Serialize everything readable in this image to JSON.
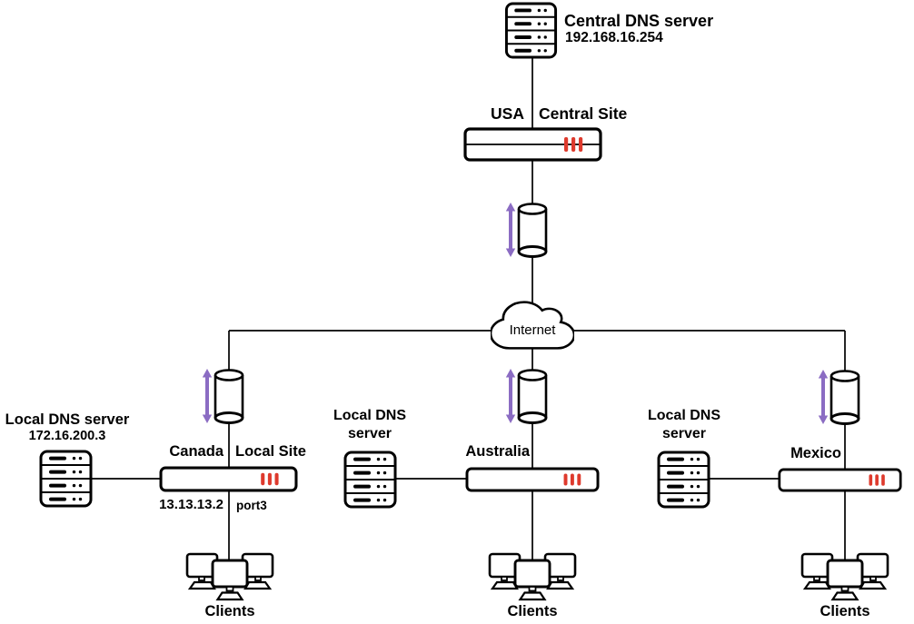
{
  "colors": {
    "accent_red": "#DE3A2D",
    "accent_purple": "#8B6CC3",
    "line_color": "#000000",
    "background": "#FFFFFF"
  },
  "central": {
    "dns_label": "Central DNS server",
    "dns_ip": "192.168.16.254",
    "region": "USA",
    "site": "Central Site"
  },
  "internet": {
    "label": "Internet"
  },
  "sites": {
    "canada": {
      "region": "Canada",
      "site": "Local Site",
      "dns_label": "Local DNS server",
      "dns_ip": "172.16.200.3",
      "router_ip": "13.13.13.2",
      "router_port": "port3",
      "clients": "Clients"
    },
    "australia": {
      "region": "Australia",
      "dns_label_line1": "Local DNS",
      "dns_label_line2": "server",
      "clients": "Clients"
    },
    "mexico": {
      "region": "Mexico",
      "dns_label_line1": "Local DNS",
      "dns_label_line2": "server",
      "clients": "Clients"
    }
  }
}
